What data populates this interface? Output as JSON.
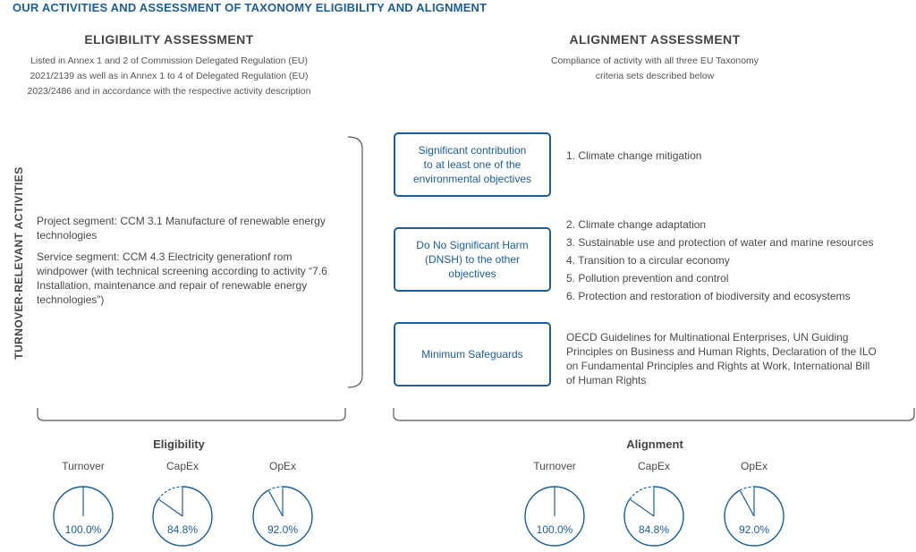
{
  "page_title": "OUR ACTIVITIES AND ASSESSMENT OF TAXONOMY ELIGIBILITY AND ALIGNMENT",
  "eligibility": {
    "heading": "ELIGIBILITY ASSESSMENT",
    "description_lines": [
      "Listed in Annex 1 and 2 of Commission Delegated Regulation (EU)",
      "2021/2139 as well as in Annex 1 to 4 of Delegated Regulation (EU)",
      "2023/2486 and in accordance with the respective activity description"
    ]
  },
  "alignment": {
    "heading": "ALIGNMENT ASSESSMENT",
    "description_lines": [
      "Compliance of activity with all three EU Taxonomy",
      "criteria sets described below"
    ]
  },
  "vertical_label": "TURNOVER-RELEVANT ACTIVITIES",
  "activities": {
    "project_segment": "Project segment: CCM 3.1 Manufacture of renewable energy technologies",
    "service_segment": "Service segment: CCM 4.3 Electricity generationf rom windpower (with technical screening according to activity “7.6 Installation, maintenance and repair of renewable energy technologies”)"
  },
  "criteria": {
    "significant_contribution": {
      "box_lines": [
        "Significant contribution",
        "to at least one of the",
        "environmental objectives"
      ],
      "items": [
        "1. Climate change mitigation"
      ]
    },
    "dnsh": {
      "box_lines": [
        "Do No Significant Harm",
        "(DNSH) to the other",
        "objectives"
      ],
      "items": [
        "2. Climate change adaptation",
        "3. Sustainable use and protection of water and marine resources",
        "4. Transition to a circular economy",
        "5. Pollution prevention and control",
        "6. Protection and restoration of biodiversity and ecosystems"
      ]
    },
    "minimum_safeguards": {
      "box_label": "Minimum Safeguards",
      "text": "OECD Guidelines for Multinational Enterprises, UN Guiding Principles on Business and Human Rights, Declaration of the ILO on Fundamental Principles and Rights at Work, International Bill of Human Rights"
    }
  },
  "colors": {
    "accent": "#1d5e96",
    "text": "#4a4a4a",
    "bracket": "#555555"
  },
  "chart_data": [
    {
      "type": "pie",
      "title": "Eligibility",
      "categories": [
        "Turnover",
        "CapEx",
        "OpEx"
      ],
      "values": [
        100.0,
        84.8,
        92.0
      ],
      "value_labels": [
        "100.0%",
        "84.8%",
        "92.0%"
      ],
      "unit": "%"
    },
    {
      "type": "pie",
      "title": "Alignment",
      "categories": [
        "Turnover",
        "CapEx",
        "OpEx"
      ],
      "values": [
        100.0,
        84.8,
        92.0
      ],
      "value_labels": [
        "100.0%",
        "84.8%",
        "92.0%"
      ],
      "unit": "%"
    }
  ]
}
